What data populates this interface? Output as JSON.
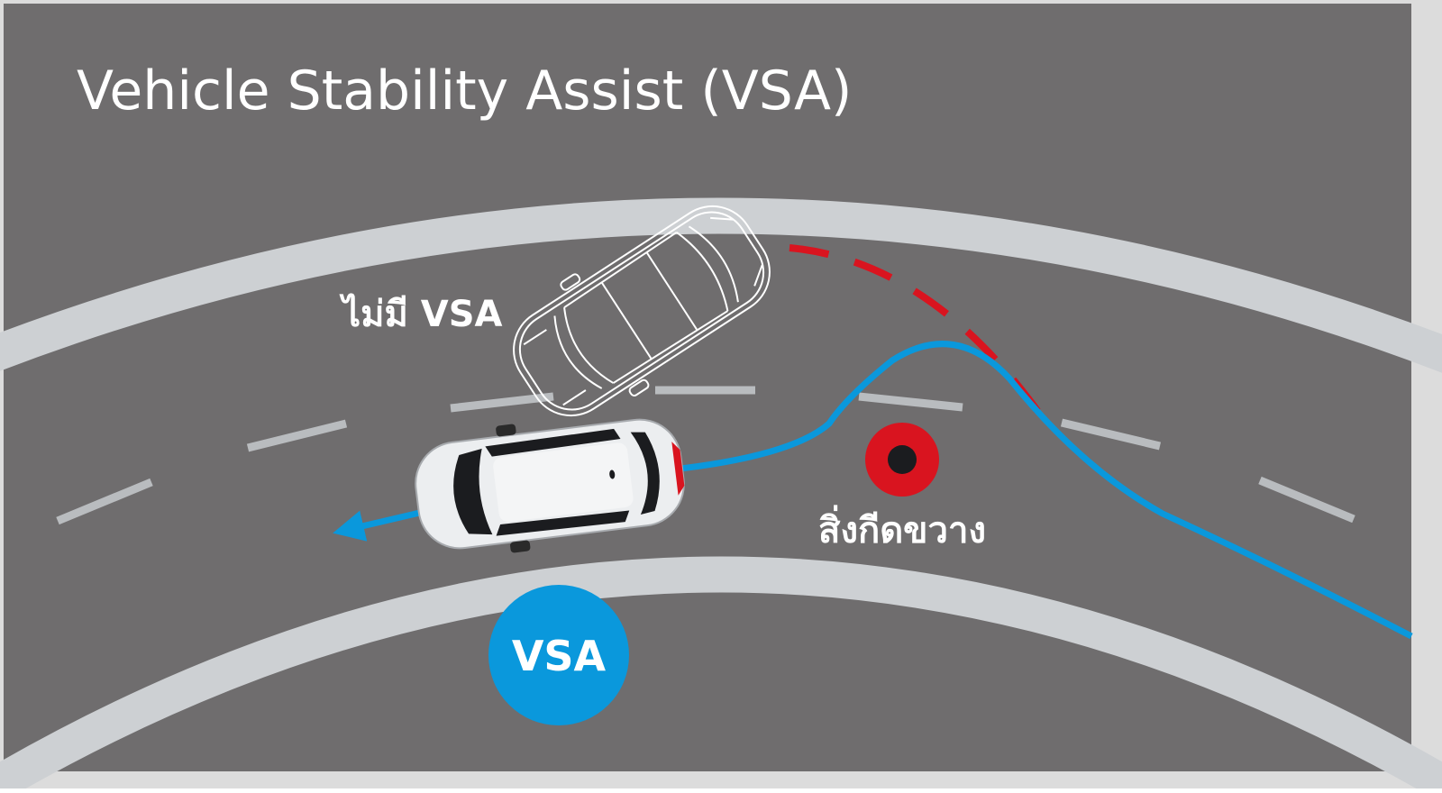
{
  "title": "Vehicle Stability Assist (VSA)",
  "labels": {
    "without_vsa": "ไม่มี VSA",
    "obstacle": "สิ่งกีดขวาง",
    "vsa_badge": "VSA"
  },
  "colors": {
    "road": "#6f6d6e",
    "road_edge": "#cdd0d3",
    "lane_dash": "#b9bcbf",
    "vsa_blue": "#0a98dc",
    "no_vsa_red": "#d9141f",
    "frame": "#dcdcdc",
    "car_body": "#eceef0",
    "car_glass": "#1b1c1f",
    "text": "#ffffff"
  },
  "icons": {
    "obstacle": "red-ring-obstacle-icon",
    "vsa_car": "white-hatchback-car-icon",
    "no_vsa_car": "outline-car-sketch-icon",
    "direction": "blue-arrow-icon"
  }
}
